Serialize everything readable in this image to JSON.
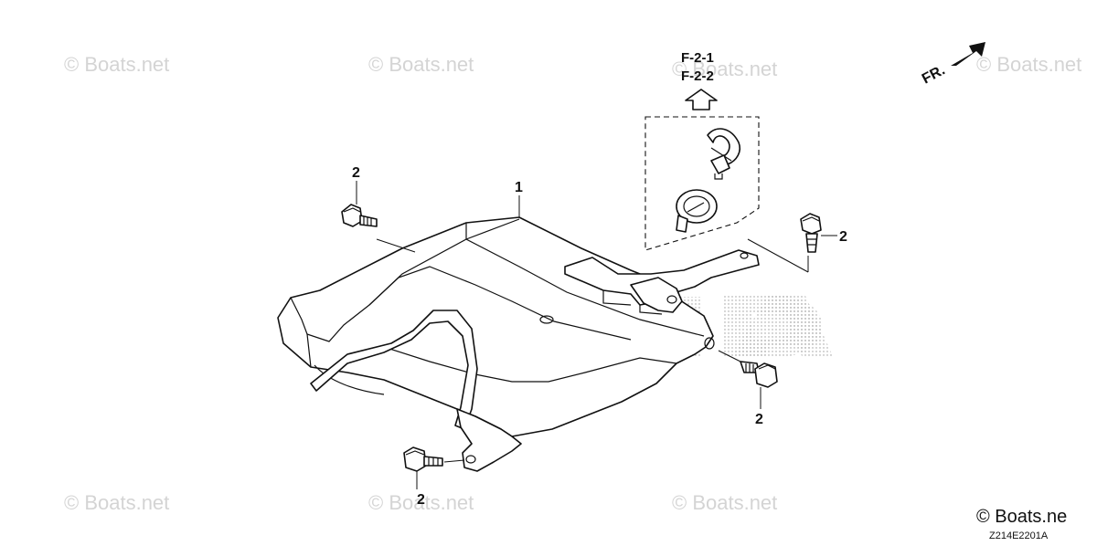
{
  "watermark": {
    "text": "© Boats.net"
  },
  "callouts": {
    "part_1": "1",
    "bolt_top_left": "2",
    "bolt_right": "2",
    "bolt_bottom_right": "2",
    "bolt_bottom_left": "2"
  },
  "references": {
    "ref_1": "F-2-1",
    "ref_2": "F-2-2"
  },
  "direction": {
    "label": "FR."
  },
  "footer": {
    "brand": "© Boats.ne",
    "diagram_code": "Z214E2201A"
  }
}
